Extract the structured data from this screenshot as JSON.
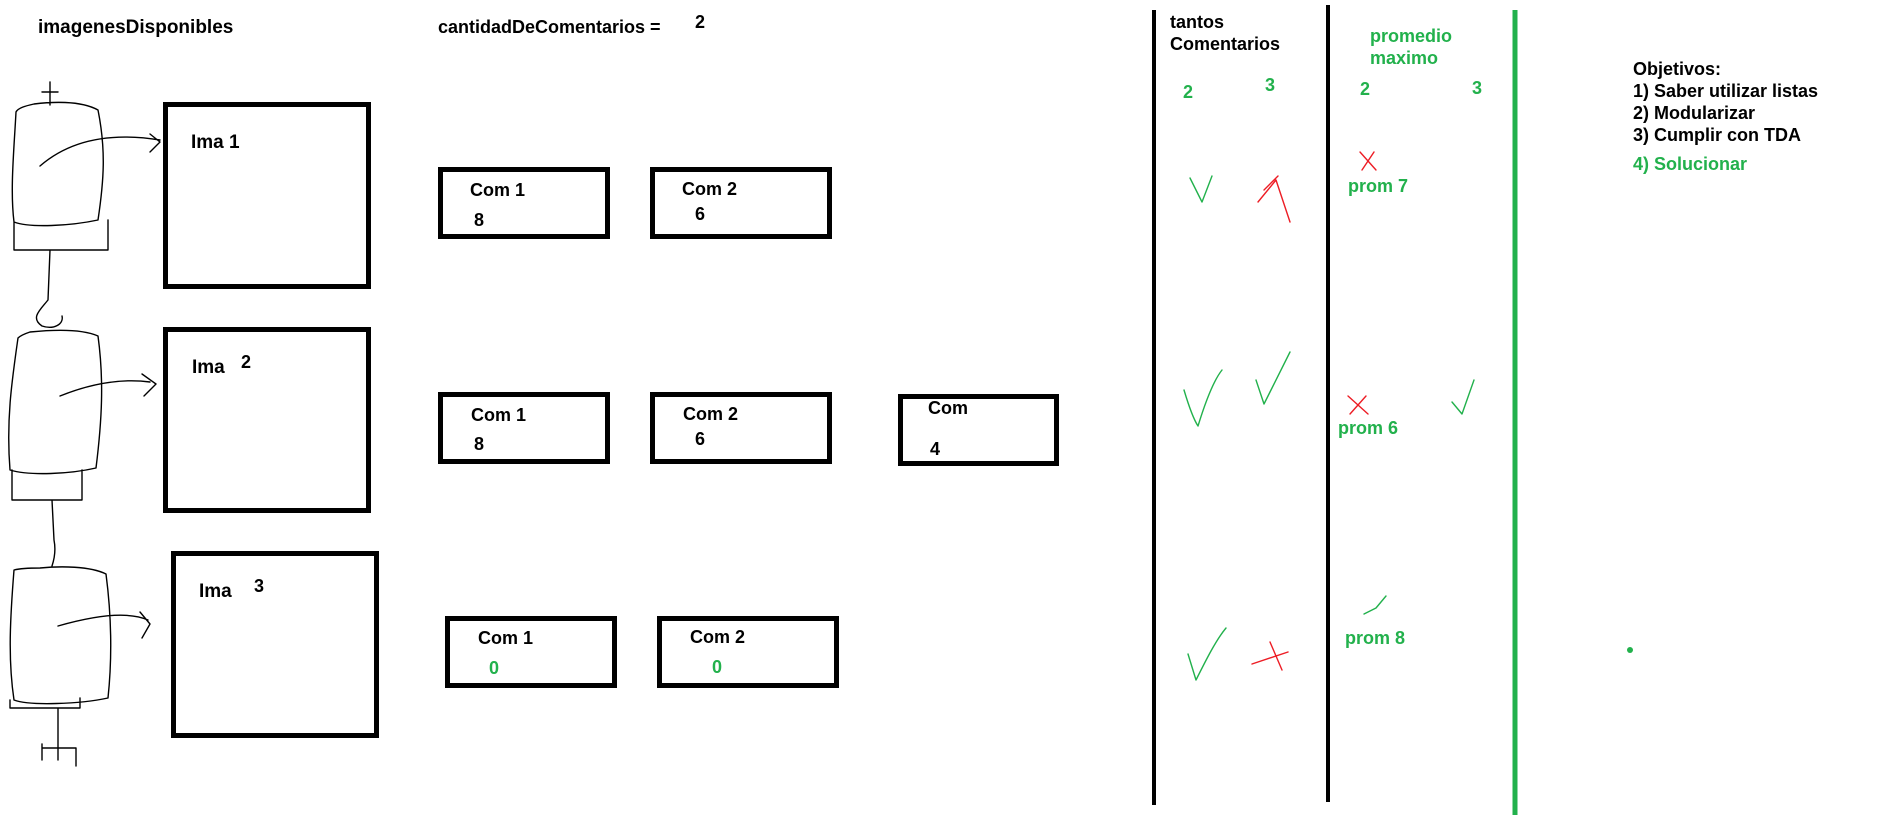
{
  "header": {
    "list_title": "imagenesDisponibles",
    "count_label": "cantidadDeComentarios =",
    "count_value": "2"
  },
  "images": [
    {
      "label": "Ima 1",
      "number": "",
      "comments": [
        {
          "label": "Com 1",
          "value": "8"
        },
        {
          "label": "Com 2",
          "value": "6"
        }
      ]
    },
    {
      "label": "Ima",
      "number": "2",
      "comments": [
        {
          "label": "Com 1",
          "value": "8"
        },
        {
          "label": "Com 2",
          "value": "6"
        },
        {
          "label": "Com",
          "value": "4"
        }
      ]
    },
    {
      "label": "Ima",
      "number": "3",
      "comments": [
        {
          "label": "Com 1",
          "value": "0"
        },
        {
          "label": "Com 2",
          "value": "0"
        }
      ]
    }
  ],
  "tantos_comentarios": {
    "title_line1": "tantos",
    "title_line2": "Comentarios",
    "col_values": [
      "2",
      "3"
    ]
  },
  "promedio_maximo": {
    "title_line1": "promedio",
    "title_line2": "maximo",
    "col_values": [
      "2",
      "3"
    ],
    "rows": [
      "prom 7",
      "prom 6",
      "prom 8"
    ]
  },
  "objetivos": {
    "title": "Objetivos:",
    "items": [
      "1) Saber utilizar listas",
      "2) Modularizar",
      "3) Cumplir con TDA",
      "4) Solucionar"
    ]
  },
  "colors": {
    "ink": "#000000",
    "green": "#22b14c",
    "red": "#ed1c24"
  }
}
